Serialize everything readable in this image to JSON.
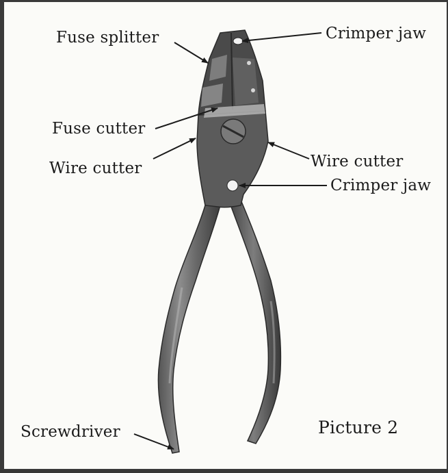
{
  "labels": {
    "fuse_splitter": "Fuse splitter",
    "crimper_jaw_top": "Crimper jaw",
    "fuse_cutter": "Fuse cutter",
    "wire_cutter_left": "Wire cutter",
    "wire_cutter_right": "Wire cutter",
    "crimper_jaw_mid": "Crimper jaw",
    "screwdriver": "Screwdriver"
  },
  "caption": "Picture 2",
  "colors": {
    "frame": "#3a3a3a",
    "background": "#fbfbf8",
    "tool_dark": "#3f3f3f",
    "tool_mid": "#6e6e6e",
    "tool_light": "#9a9a9a",
    "text": "#1b1b1b"
  },
  "icons": {
    "tool": "pliers-illustration"
  }
}
